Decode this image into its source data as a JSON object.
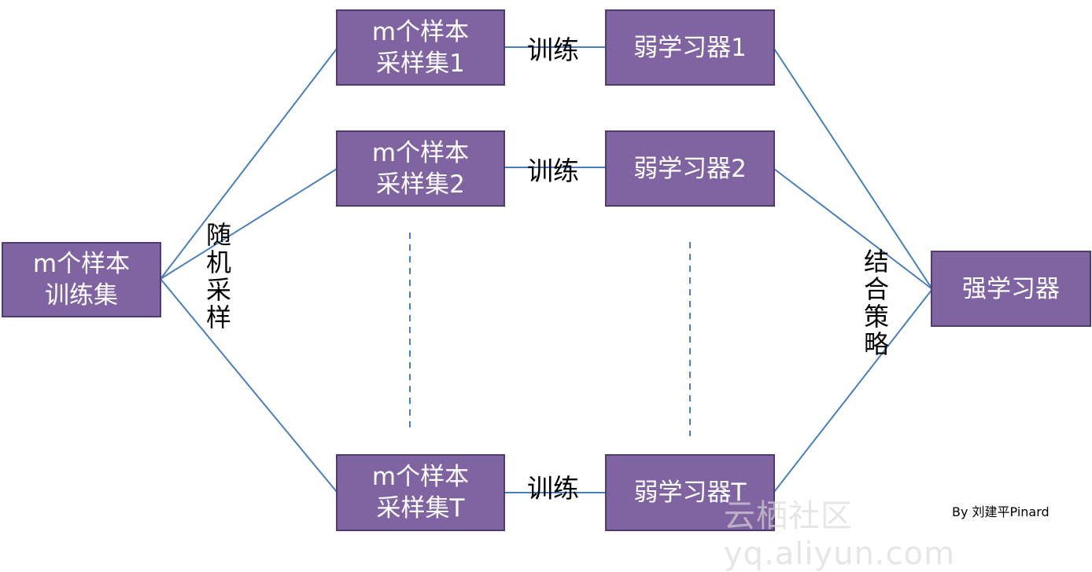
{
  "nodes": {
    "train": {
      "line1": "m个样本",
      "line2": "训练集"
    },
    "sample1": {
      "line1": "m个样本",
      "line2": "采样集1"
    },
    "sample2": {
      "line1": "m个样本",
      "line2": "采样集2"
    },
    "sampleT": {
      "line1": "m个样本",
      "line2": "采样集T"
    },
    "weak1": {
      "label": "弱学习器1"
    },
    "weak2": {
      "label": "弱学习器2"
    },
    "weakT": {
      "label": "弱学习器T"
    },
    "strong": {
      "label": "强学习器"
    }
  },
  "edge_labels": {
    "train1": "训练",
    "train2": "训练",
    "trainT": "训练",
    "random_sampling": "随机采样",
    "combine_strategy": "结合策略"
  },
  "credit": "By 刘建平Pinard",
  "watermark": "云栖社区 yq.aliyun.com",
  "colors": {
    "box_fill": "#8064a2",
    "box_border": "#4f3b6e",
    "line": "#4a7ebb"
  }
}
